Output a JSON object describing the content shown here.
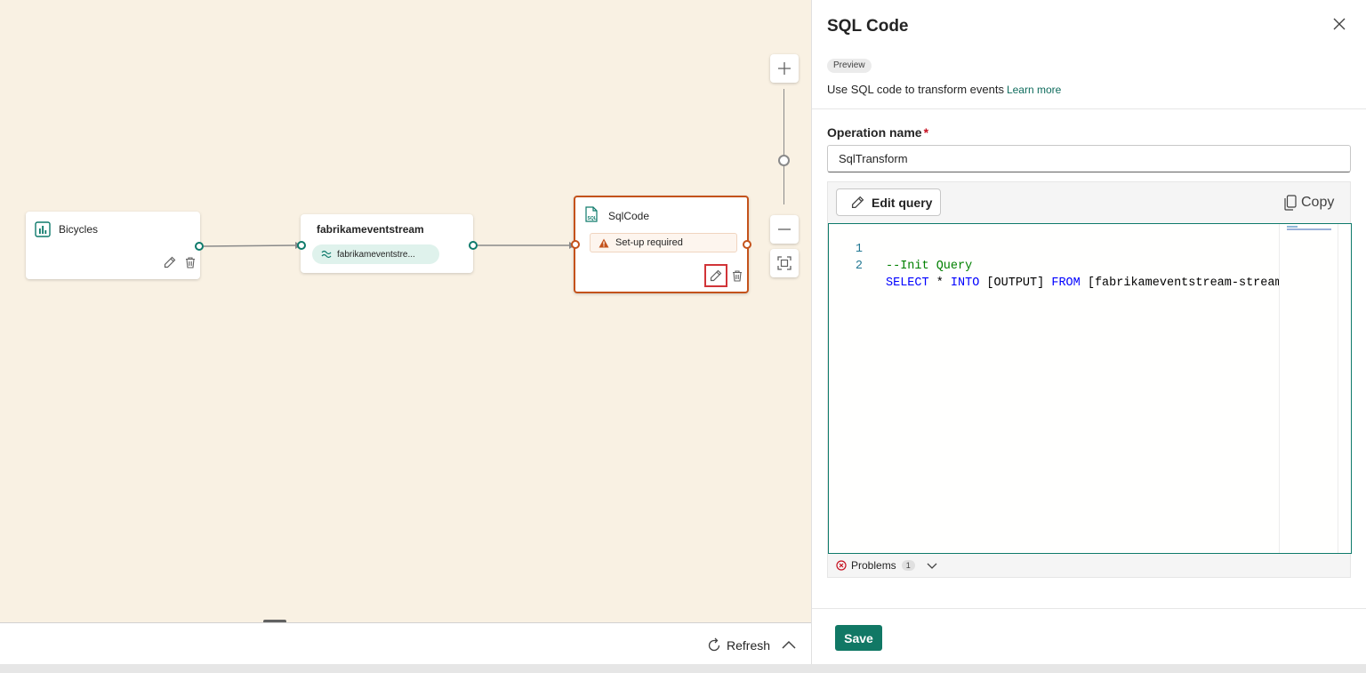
{
  "canvas": {
    "nodes": {
      "source": {
        "title": "Bicycles"
      },
      "stream": {
        "title": "fabrikameventstream",
        "chip": "fabrikameventstre..."
      },
      "sql": {
        "title": "SqlCode",
        "warning": "Set-up required"
      }
    },
    "bottom_bar": {
      "refresh_label": "Refresh"
    }
  },
  "panel": {
    "title": "SQL Code",
    "badge": "Preview",
    "description": "Use SQL code to transform events",
    "learn_more": "Learn more",
    "operation_name_label": "Operation name",
    "required_mark": "*",
    "operation_name_value": "SqlTransform",
    "edit_query_label": "Edit query",
    "copy_label": "Copy",
    "code_lines": [
      {
        "num": "1",
        "comment": "--Init Query"
      },
      {
        "num": "2",
        "kw1": "SELECT",
        "t1": " * ",
        "kw2": "INTO",
        "t2": " [OUTPUT] ",
        "kw3": "FROM",
        "t3": " [fabrikameventstream-stream]"
      }
    ],
    "problems_label": "Problems",
    "problems_count": "1",
    "save_label": "Save"
  },
  "colors": {
    "canvas_bg": "#f9f1e3",
    "accent": "#117865",
    "sql_node_border": "#c4521b",
    "highlight": "#d13438"
  }
}
